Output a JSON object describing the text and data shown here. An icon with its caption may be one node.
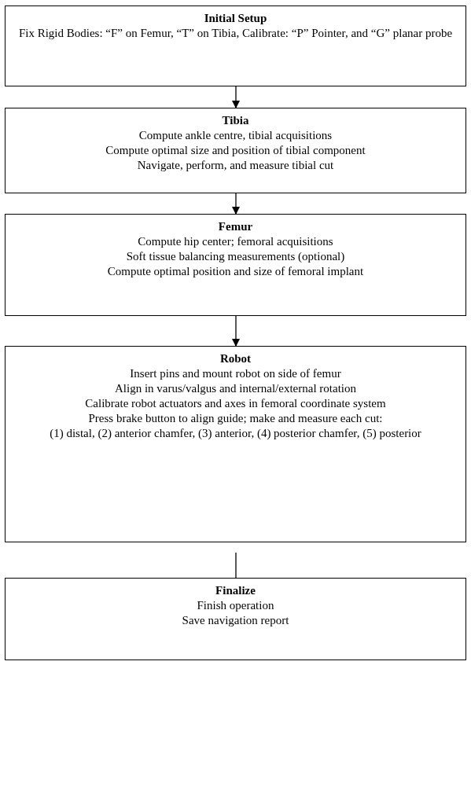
{
  "diagram": {
    "nodes": [
      {
        "text": [
          "Initial Setup",
          "Fix Rigid Bodies: “F” on Femur, “T” on Tibia, Calibrate: “P” Pointer, and “G” planar probe"
        ]
      },
      {
        "text": [
          "Tibia",
          "Compute ankle centre, tibial acquisitions",
          "Compute optimal size and position of tibial component",
          "Navigate, perform, and measure tibial cut"
        ]
      },
      {
        "text": [
          "Femur",
          "Compute hip center; femoral acquisitions",
          "Soft tissue balancing measurements (optional)",
          "Compute optimal position and size of femoral implant"
        ]
      },
      {
        "text": [
          "Robot",
          "Insert pins and mount robot on side of femur",
          "Align in varus/valgus and internal/external rotation",
          "Calibrate robot actuators and axes in femoral coordinate system",
          "Press brake button to align guide; make and measure each cut:",
          "(1) distal, (2) anterior chamfer, (3) anterior, (4) posterior chamfer, (5) posterior"
        ]
      },
      {
        "text": [
          "Finalize",
          "Finish operation",
          "Save navigation report"
        ]
      }
    ],
    "edges": [
      {
        "from": 0,
        "to": 1,
        "arrow": "to"
      },
      {
        "from": 1,
        "to": 2,
        "arrow": "to"
      },
      {
        "from": 2,
        "to": 3,
        "arrow": "to"
      },
      {
        "from": 3,
        "to": 4,
        "arrow": "none"
      }
    ]
  }
}
